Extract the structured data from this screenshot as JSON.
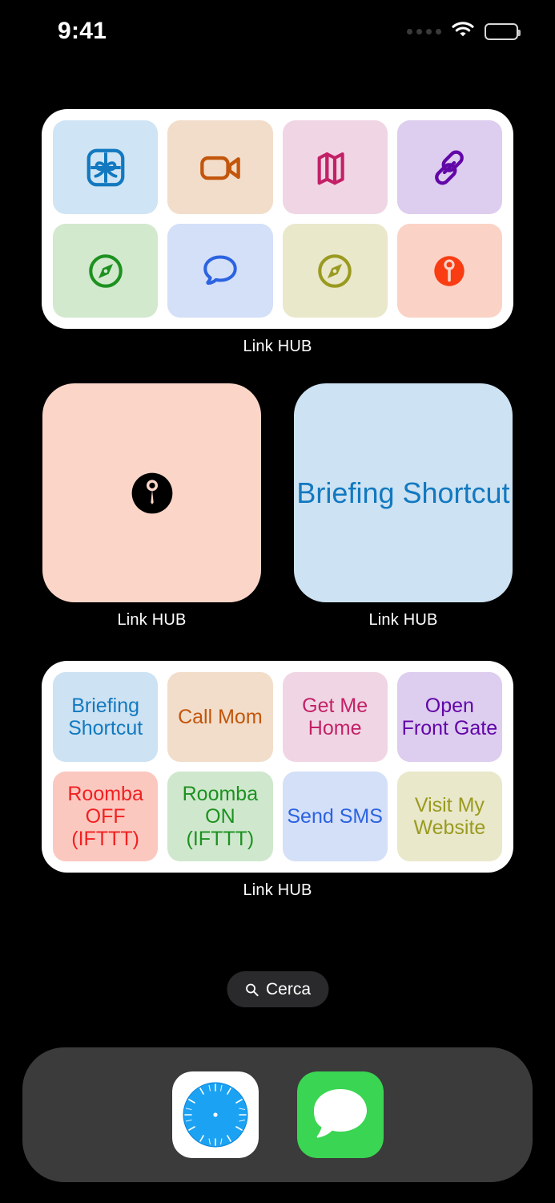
{
  "status_bar": {
    "time": "9:41",
    "signal_icon": "signal-dots-icon",
    "wifi_icon": "wifi-icon",
    "battery_icon": "battery-icon"
  },
  "widgets": [
    {
      "id": "icon-grid-widget",
      "label": "Link HUB",
      "type": "icon-grid",
      "tiles": [
        {
          "icon": "gift-icon",
          "bg": "#cfe4f4",
          "fg": "#1279c0"
        },
        {
          "icon": "video-camera-icon",
          "bg": "#f2ddca",
          "fg": "#c2560c"
        },
        {
          "icon": "map-icon",
          "bg": "#f0d6e4",
          "fg": "#c32167"
        },
        {
          "icon": "link-chain-icon",
          "bg": "#ddcdee",
          "fg": "#6206a8"
        },
        {
          "icon": "compass-icon",
          "bg": "#d2e9cd",
          "fg": "#1d9120"
        },
        {
          "icon": "speech-bubble-icon",
          "bg": "#d4dff8",
          "fg": "#2b63e0"
        },
        {
          "icon": "compass-icon",
          "bg": "#e9e8ca",
          "fg": "#9a9a20"
        },
        {
          "icon": "pin-circle-icon",
          "bg": "#fbd3c6",
          "fg": "#f93c12"
        }
      ]
    },
    {
      "id": "square-widget-pin",
      "label": "Link HUB",
      "type": "square-icon",
      "bg": "#fbd6c8",
      "icon": "pin-circle-icon",
      "icon_bg": "#000000",
      "icon_fg": "#fbd6c8"
    },
    {
      "id": "square-widget-briefing",
      "label": "Link HUB",
      "type": "square-text",
      "bg": "#cde2f2",
      "fg": "#1279c0",
      "text": "Briefing Shortcut"
    },
    {
      "id": "text-grid-widget",
      "label": "Link HUB",
      "type": "text-grid",
      "tiles": [
        {
          "text": "Briefing Shortcut",
          "bg": "#cde2f2",
          "fg": "#1279c0"
        },
        {
          "text": "Call Mom",
          "bg": "#f2ddca",
          "fg": "#c2560c"
        },
        {
          "text": "Get Me Home",
          "bg": "#f0d6e4",
          "fg": "#c32167"
        },
        {
          "text": "Open Front Gate",
          "bg": "#ddcdee",
          "fg": "#6206a8"
        },
        {
          "text": "Roomba OFF (IFTTT)",
          "bg": "#fbc8c0",
          "fg": "#f22020"
        },
        {
          "text": "Roomba ON (IFTTT)",
          "bg": "#cfe8cd",
          "fg": "#1d9120"
        },
        {
          "text": "Send SMS",
          "bg": "#d4dff8",
          "fg": "#2b63e0"
        },
        {
          "text": "Visit My Website",
          "bg": "#e9e8ca",
          "fg": "#9a9a20"
        }
      ]
    }
  ],
  "search": {
    "label": "Cerca",
    "icon": "search-icon"
  },
  "dock": {
    "apps": [
      {
        "name": "Safari",
        "icon": "safari-icon"
      },
      {
        "name": "Messages",
        "icon": "messages-icon"
      }
    ]
  },
  "colors": {
    "background": "#000000",
    "widget_card": "#ffffff",
    "dock": "#3b3b3b",
    "search_pill": "#2a2a2c",
    "label_text": "#ffffff"
  }
}
